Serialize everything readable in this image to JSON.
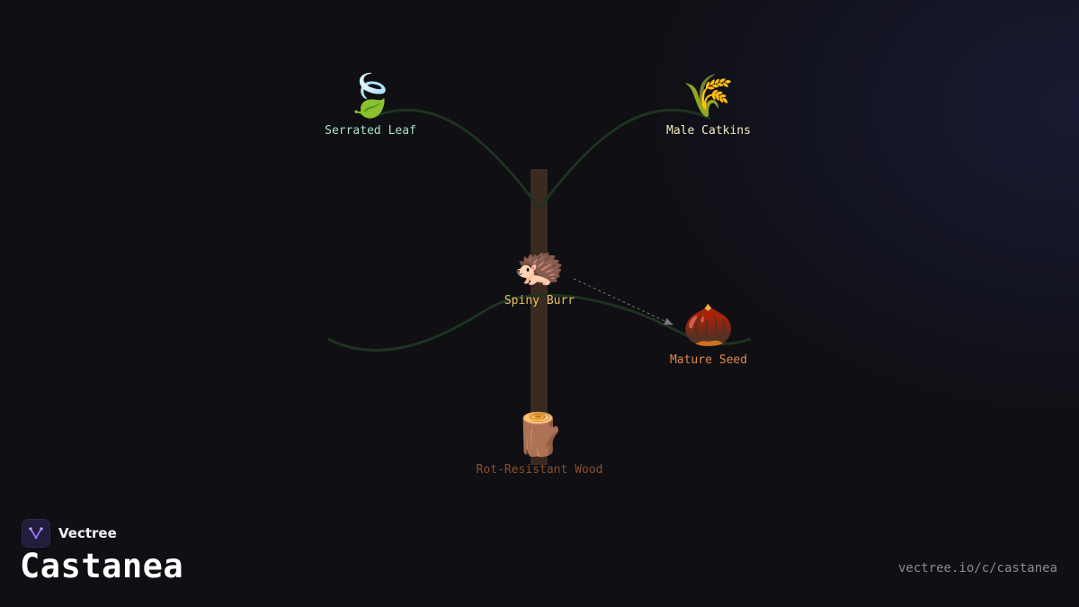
{
  "brand": {
    "name": "Vectree"
  },
  "page": {
    "title": "Castanea",
    "url": "vectree.io/c/castanea"
  },
  "nodes": {
    "serrated_leaf": {
      "icon": "🍃",
      "label": "Serrated Leaf",
      "color": "#a8e0c4"
    },
    "male_catkins": {
      "icon": "🌾",
      "label": "Male Catkins",
      "color": "#f5ebc2"
    },
    "spiny_burr": {
      "icon": "🦔",
      "label": "Spiny Burr",
      "color": "#e8c060"
    },
    "mature_seed": {
      "icon": "🌰",
      "label": "Mature Seed",
      "color": "#e2894a"
    },
    "wood": {
      "icon": "🪵",
      "label": "Rot-Resistant Wood",
      "color": "#8a4e2c"
    }
  },
  "colors": {
    "background": "#0f0f14",
    "trunk": "#3a2a1f",
    "branch": "#1e3320",
    "arrow": "#777777",
    "brand_accent": "#9b6bff"
  }
}
